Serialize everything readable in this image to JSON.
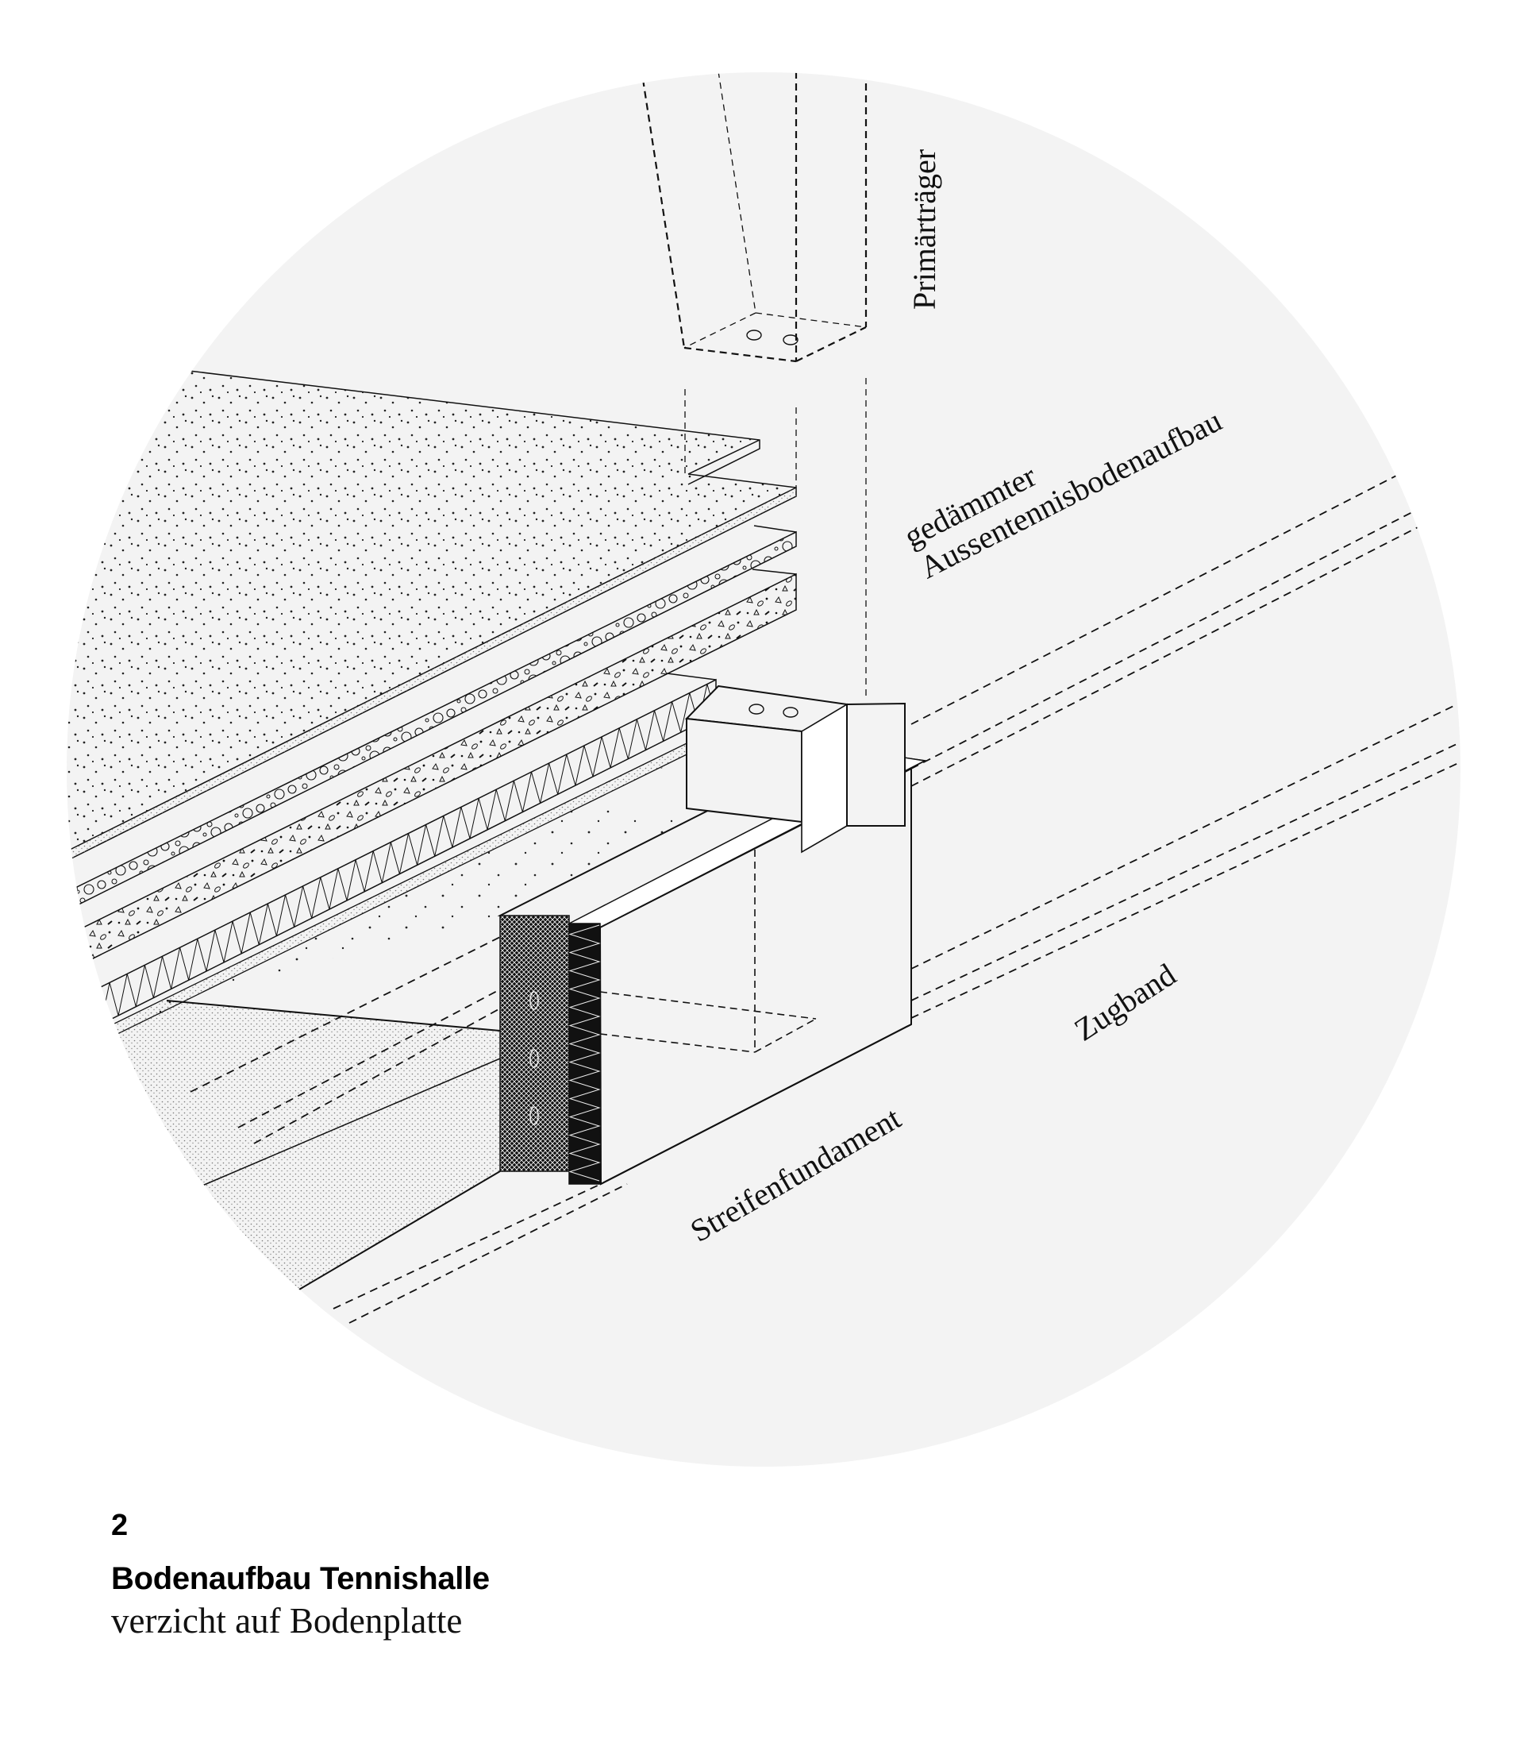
{
  "figure": {
    "number": "2",
    "title": "Bodenaufbau Tennishalle",
    "subtitle": "verzicht auf Bodenplatte"
  },
  "labels": {
    "primary_beam": "Primärträger",
    "floor_build_up_line1": "gedämmter",
    "floor_build_up_line2": "Aussentennisbodenaufbau",
    "strip_foundation": "Streifenfundament",
    "tie_beam": "Zugband"
  },
  "colors": {
    "background": "#ffffff",
    "circle_fill": "#f3f3f3",
    "line": "#111111"
  }
}
